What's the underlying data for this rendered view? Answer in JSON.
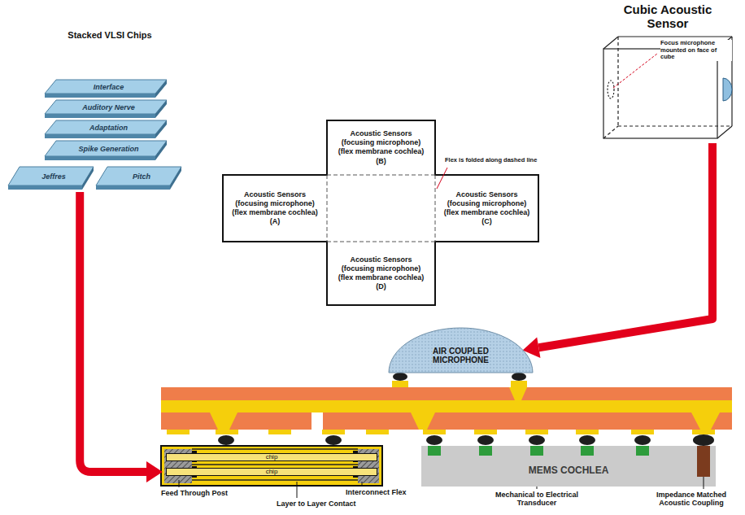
{
  "diagram": {
    "nodes": [
      {
        "text": [
          "Interface"
        ]
      },
      {
        "text": [
          "Auditory Nerve"
        ]
      },
      {
        "text": [
          "Adaptation"
        ]
      },
      {
        "text": [
          "Spike Generation"
        ]
      },
      {
        "text": [
          "Jeffres"
        ]
      },
      {
        "text": [
          "Pitch"
        ]
      },
      {
        "text": [
          "Cubic Acoustic Sensor"
        ]
      },
      {
        "text": [
          "Acoustic Sensors (focusing microphone) (flex membrane cochlea)",
          "(B)"
        ]
      },
      {
        "text": [
          "Acoustic Sensors (focusing microphone) (flex membrane cochlea)",
          "(A)"
        ]
      },
      {
        "text": [
          "Acoustic Sensors (focusing microphone) (flex membrane cochlea)",
          "(C)"
        ]
      },
      {
        "text": [
          "Acoustic Sensors (focusing microphone) (flex membrane cochlea)",
          "(D)"
        ]
      },
      {
        "text": [
          "AIR COUPLED MICROPHONE"
        ]
      },
      {
        "text": [
          "chip"
        ]
      },
      {
        "text": [
          "chip"
        ]
      },
      {
        "text": [
          "MEMS COCHLEA"
        ]
      }
    ],
    "edges": [
      {
        "from": 4,
        "to": 13,
        "arrow": "to"
      },
      {
        "from": 6,
        "to": 11,
        "arrow": "to"
      }
    ],
    "labels": [
      "Stacked VLSI Chips",
      "Focus microphone mounted on face of cube",
      "Flex is folded along dashed line",
      "Feed Through Post",
      "Interconnect Flex",
      "Layer to Layer Contact",
      "Mechanical to Electrical Transducer",
      "Impedance Matched Acoustic Coupling"
    ]
  }
}
